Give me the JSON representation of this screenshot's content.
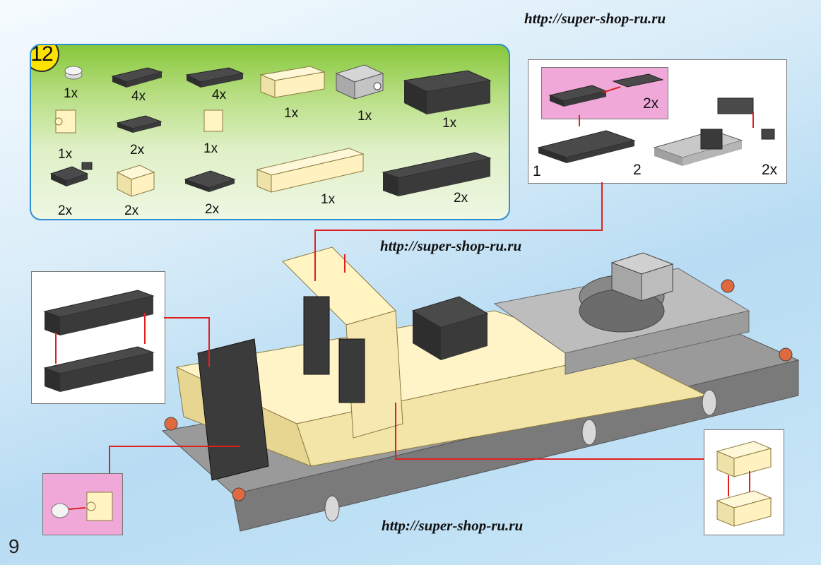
{
  "urls": {
    "top": "http://super-shop-ru.ru",
    "middle": "http://super-shop-ru.ru",
    "bottom": "http://super-shop-ru.ru"
  },
  "step": {
    "number": "12"
  },
  "parts": [
    {
      "qty": "1x"
    },
    {
      "qty": "4x"
    },
    {
      "qty": "4x"
    },
    {
      "qty": "1x"
    },
    {
      "qty": "1x"
    },
    {
      "qty": "1x"
    },
    {
      "qty": "1x"
    },
    {
      "qty": "2x"
    },
    {
      "qty": "1x"
    },
    {
      "qty": "2x"
    },
    {
      "qty": "2x"
    },
    {
      "qty": "2x"
    },
    {
      "qty": "1x"
    },
    {
      "qty": "2x"
    }
  ],
  "subassembly_top_right": {
    "inset_qty": "2x",
    "label_1": "1",
    "label_2": "2",
    "result_qty": "2x"
  },
  "page_number": "9",
  "colors": {
    "dark_brick": "#3d3d3d",
    "tan_brick": "#fff4c2",
    "light_gray_brick": "#c8c8c8",
    "pink_inset": "#f0a8d8",
    "callout_red": "#e02020",
    "panel_border": "#2c8fd0"
  }
}
